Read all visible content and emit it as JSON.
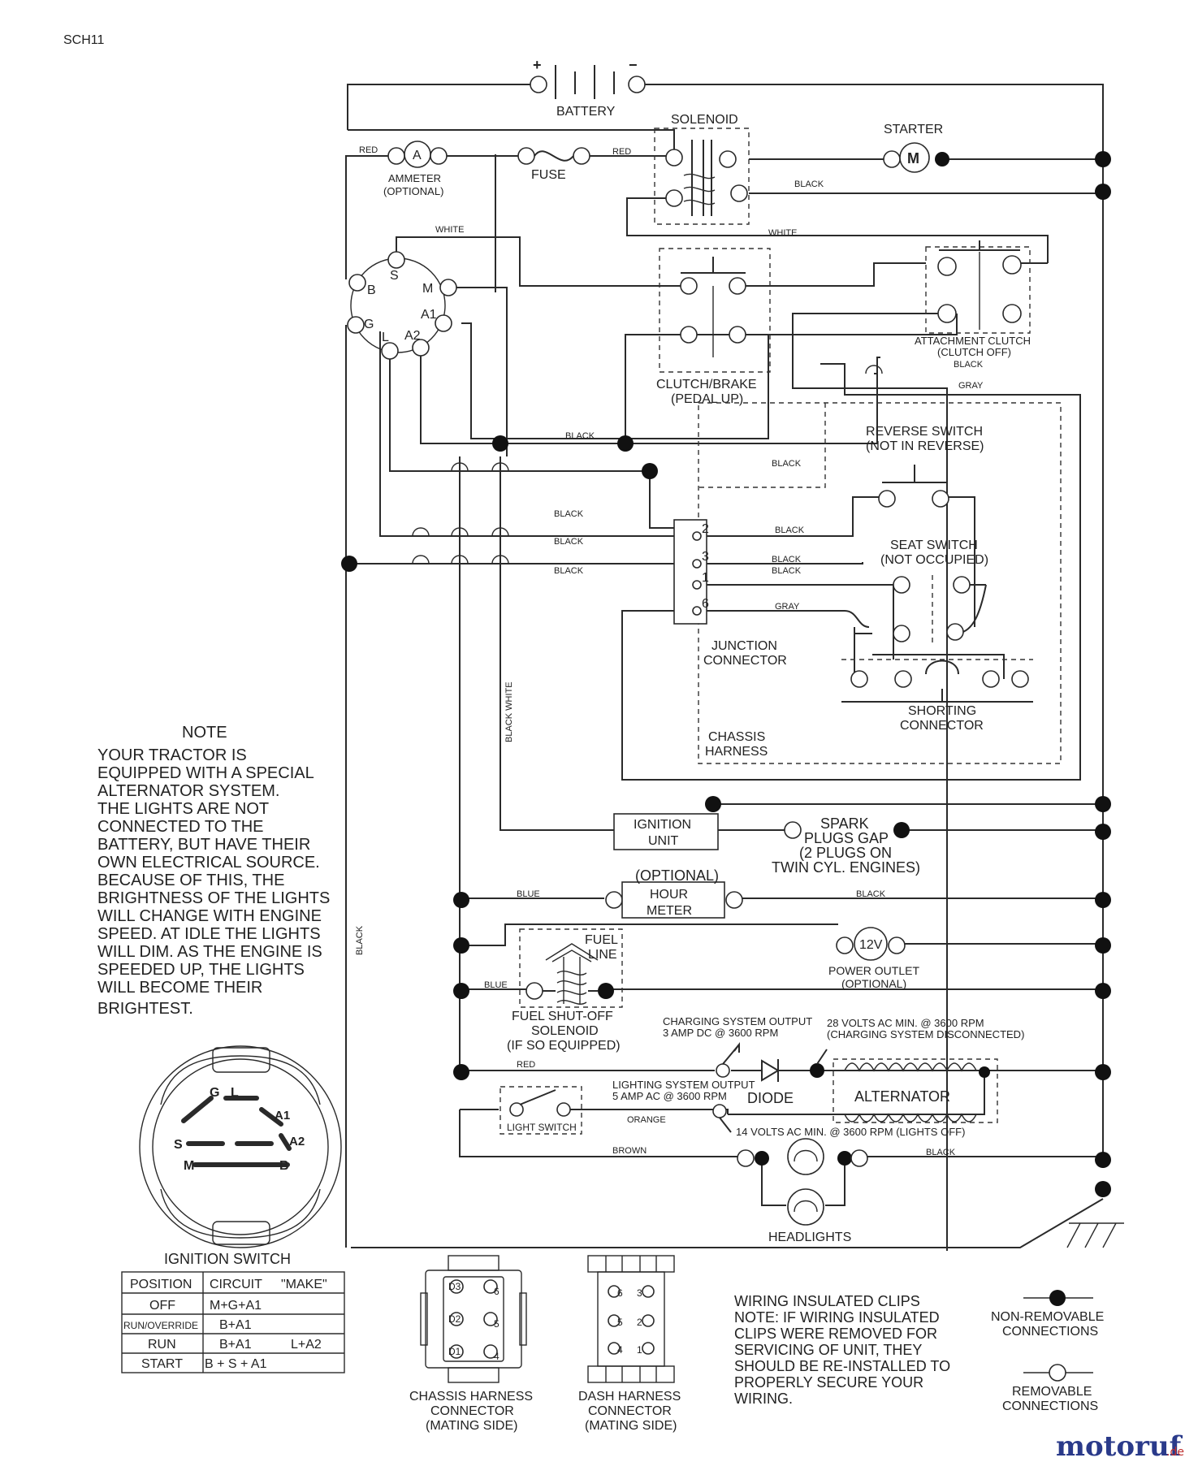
{
  "page_id": "SCH11",
  "labels": {
    "battery": "BATTERY",
    "plus": "+",
    "minus": "−",
    "solenoid": "SOLENOID",
    "starter": "STARTER",
    "starter_m": "M",
    "ammeter_symbol": "A",
    "ammeter": "AMMETER",
    "ammeter_optional": "(OPTIONAL)",
    "fuse": "FUSE",
    "attachment_clutch": "ATTACHMENT CLUTCH",
    "attachment_clutch_state": "(CLUTCH OFF)",
    "clutch_brake": "CLUTCH/BRAKE",
    "clutch_brake_state": "(PEDAL UP)",
    "reverse_switch": "REVERSE SWITCH",
    "reverse_switch_state": "(NOT IN REVERSE)",
    "seat_switch": "SEAT SWITCH",
    "seat_switch_state": "(NOT OCCUPIED)",
    "junction_connector_1": "JUNCTION",
    "junction_connector_2": "CONNECTOR",
    "shorting_connector_1": "SHORTING",
    "shorting_connector_2": "CONNECTOR",
    "chassis_harness_1": "CHASSIS",
    "chassis_harness_2": "HARNESS",
    "ignition_unit_1": "IGNITION",
    "ignition_unit_2": "UNIT",
    "spark_1": "SPARK",
    "spark_2": "PLUGS GAP",
    "spark_3": "(2 PLUGS ON",
    "spark_4": "TWIN CYL. ENGINES)",
    "hour_meter_optional": "(OPTIONAL)",
    "hour_meter_1": "HOUR",
    "hour_meter_2": "METER",
    "fuel_line_1": "FUEL",
    "fuel_line_2": "LINE",
    "power_outlet_symbol": "12V",
    "power_outlet": "POWER OUTLET",
    "power_outlet_optional": "(OPTIONAL)",
    "fuel_solenoid_1": "FUEL SHUT-OFF",
    "fuel_solenoid_2": "SOLENOID",
    "fuel_solenoid_3": "(IF SO EQUIPPED)",
    "charging_output_1": "CHARGING SYSTEM OUTPUT",
    "charging_output_2": "3 AMP DC @ 3600 RPM",
    "alt_volts_1": "28 VOLTS AC MIN. @ 3600 RPM",
    "alt_volts_2": "(CHARGING SYSTEM DISCONNECTED)",
    "diode": "DIODE",
    "alternator": "ALTERNATOR",
    "lighting_output_1": "LIGHTING SYSTEM OUTPUT",
    "lighting_output_2": "5 AMP AC @ 3600 RPM",
    "light_switch": "LIGHT SWITCH",
    "lights_off_volts": "14 VOLTS AC MIN. @ 3600 RPM (LIGHTS OFF)",
    "headlights": "HEADLIGHTS",
    "ignition_switch_title": "IGNITION SWITCH",
    "chassis_conn_1": "CHASSIS HARNESS",
    "chassis_conn_2": "CONNECTOR",
    "chassis_conn_3": "(MATING SIDE)",
    "dash_conn_1": "DASH HARNESS",
    "dash_conn_2": "CONNECTOR",
    "dash_conn_3": "(MATING SIDE)",
    "non_removable_1": "NON-REMOVABLE",
    "non_removable_2": "CONNECTIONS",
    "removable_1": "REMOVABLE",
    "removable_2": "CONNECTIONS"
  },
  "ignition_terminals": {
    "S": "S",
    "B": "B",
    "M": "M",
    "A1": "A1",
    "G": "G",
    "L": "L",
    "A2": "A2"
  },
  "junction_pins": {
    "p2": "2",
    "p3": "3",
    "p1": "1",
    "p6": "6"
  },
  "chassis_pins": {
    "d3": "D3",
    "d2": "D2",
    "d1": "D1",
    "p6": "6",
    "p5": "5",
    "p4": "4"
  },
  "dash_pins": {
    "p6": "6",
    "p5": "5",
    "p4": "4",
    "p3": "3",
    "p2": "2",
    "p1": "1"
  },
  "wire_colors": {
    "red": "RED",
    "white": "WHITE",
    "black": "BLACK",
    "gray": "GRAY",
    "blue": "BLUE",
    "orange": "ORANGE",
    "brown": "BROWN",
    "black_white": "BLACK WHITE"
  },
  "note": {
    "title": "NOTE",
    "lines": [
      "YOUR TRACTOR IS",
      "EQUIPPED WITH A SPECIAL",
      "ALTERNATOR SYSTEM.",
      "THE LIGHTS ARE NOT",
      "CONNECTED TO THE",
      "BATTERY, BUT HAVE THEIR",
      "OWN ELECTRICAL SOURCE.",
      "BECAUSE OF THIS, THE",
      "BRIGHTNESS OF THE LIGHTS",
      "WILL CHANGE WITH ENGINE",
      "SPEED.  AT IDLE THE LIGHTS",
      "WILL DIM.  AS THE ENGINE IS",
      "SPEEDED UP, THE LIGHTS",
      "WILL BECOME THEIR",
      "BRIGHTEST."
    ]
  },
  "ignition_table": {
    "headers": [
      "POSITION",
      "CIRCUIT",
      "\"MAKE\""
    ],
    "rows": [
      {
        "position": "OFF",
        "circuit": "M+G+A1",
        "extra": ""
      },
      {
        "position": "RUN/OVERRIDE",
        "circuit": "B+A1",
        "extra": ""
      },
      {
        "position": "RUN",
        "circuit": "B+A1",
        "extra": "L+A2"
      },
      {
        "position": "START",
        "circuit": "B + S + A1",
        "extra": ""
      }
    ]
  },
  "clips_note": [
    "WIRING INSULATED CLIPS",
    "NOTE: IF WIRING INSULATED",
    "CLIPS WERE REMOVED FOR",
    "SERVICING OF UNIT, THEY",
    "SHOULD BE RE-INSTALLED TO",
    "PROPERLY SECURE YOUR",
    "WIRING."
  ],
  "watermark": {
    "brand": "motoruf",
    "tld": ".de"
  }
}
